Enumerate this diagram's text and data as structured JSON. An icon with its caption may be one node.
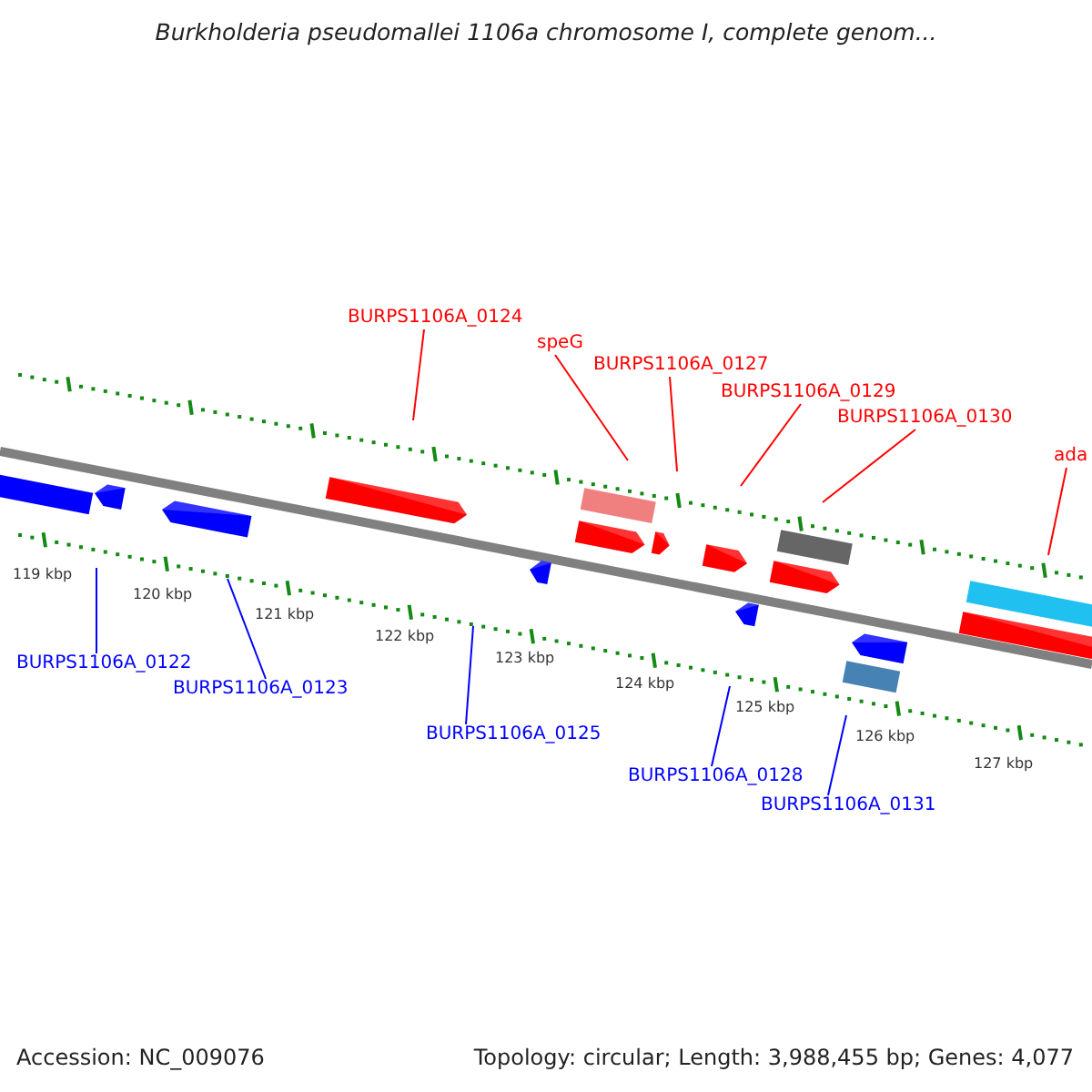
{
  "diagram": {
    "title": "Burkholderia pseudomallei 1106a chromosome I, complete genom...",
    "nodes": [
      {
        "text": [
          "BURPS1106A_0124"
        ]
      },
      {
        "text": [
          "speG"
        ]
      },
      {
        "text": [
          "BURPS1106A_0127"
        ]
      },
      {
        "text": [
          "BURPS1106A_0129"
        ]
      },
      {
        "text": [
          "BURPS1106A_0130"
        ]
      },
      {
        "text": [
          "ada"
        ]
      },
      {
        "text": [
          "BURPS1106A_0122"
        ]
      },
      {
        "text": [
          "BURPS1106A_0123"
        ]
      },
      {
        "text": [
          "BURPS1106A_0125"
        ]
      },
      {
        "text": [
          "BURPS1106A_0128"
        ]
      },
      {
        "text": [
          "BURPS1106A_0131"
        ]
      }
    ],
    "edges": [
      {
        "from": 0,
        "to": null,
        "arrow": "none"
      },
      {
        "from": 1,
        "to": null,
        "arrow": "none"
      },
      {
        "from": 2,
        "to": null,
        "arrow": "none"
      },
      {
        "from": 3,
        "to": null,
        "arrow": "none"
      },
      {
        "from": 4,
        "to": null,
        "arrow": "none"
      },
      {
        "from": 5,
        "to": null,
        "arrow": "none"
      },
      {
        "from": 6,
        "to": null,
        "arrow": "none",
        "color": "#0000ff"
      },
      {
        "from": 7,
        "to": null,
        "arrow": "none",
        "color": "#0000ff"
      },
      {
        "from": 8,
        "to": null,
        "arrow": "none",
        "color": "#0000ff"
      },
      {
        "from": 9,
        "to": null,
        "arrow": "none",
        "color": "#0000ff"
      },
      {
        "from": 10,
        "to": null,
        "arrow": "none",
        "color": "#0000ff"
      }
    ],
    "labels": [
      "119 kbp",
      "120 kbp",
      "121 kbp",
      "122 kbp",
      "123 kbp",
      "124 kbp",
      "125 kbp",
      "126 kbp",
      "127 kbp",
      "Accession: NC_009076",
      "Topology: circular; Length: 3,988,455 bp; Genes: 4,077"
    ]
  }
}
